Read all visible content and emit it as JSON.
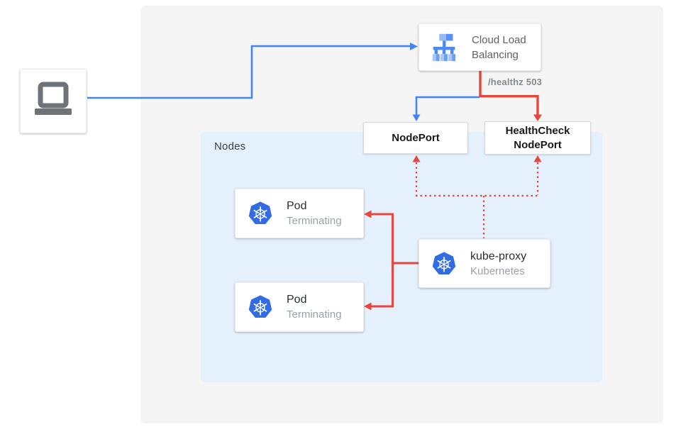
{
  "colors": {
    "accent_blue": "#4285f4",
    "accent_red": "#e8453c",
    "kubernetes_blue": "#326ce5",
    "panel_gray": "#f5f5f6",
    "panel_blue": "#e4f0fc"
  },
  "nodes_panel": {
    "label": "Nodes"
  },
  "load_balancer": {
    "title_line1": "Cloud Load",
    "title_line2": "Balancing"
  },
  "edge_labels": {
    "healthz": "/healthz 503"
  },
  "nodeport": {
    "label": "NodePort"
  },
  "healthcheck_nodeport": {
    "line1": "HealthCheck",
    "line2": "NodePort"
  },
  "pods": [
    {
      "title": "Pod",
      "subtitle": "Terminating"
    },
    {
      "title": "Pod",
      "subtitle": "Terminating"
    }
  ],
  "kube_proxy": {
    "title": "kube-proxy",
    "subtitle": "Kubernetes"
  }
}
